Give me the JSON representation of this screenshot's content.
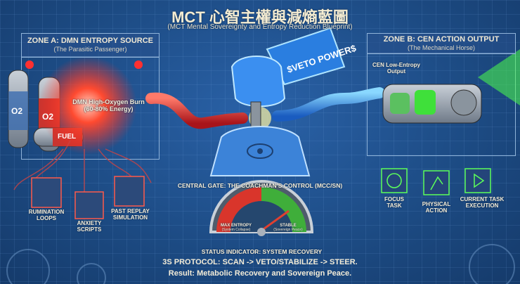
{
  "header": {
    "title": "MCT 心智主權與減熵藍圖",
    "subtitle": "(MCT Mental Sovereignty and Entropy Reduction Blueprint)"
  },
  "zone_a": {
    "title": "ZONE A: DMN ENTROPY SOURCE",
    "subtitle": "(The Parasitic Passenger)",
    "burn_label": "DMN High-Oxygen Burn",
    "burn_energy": "(60-80% Energy)",
    "tank_labels": [
      "O2",
      "O2",
      "FUEL"
    ],
    "modules": [
      {
        "line1": "RUMINATION",
        "line2": "LOOPS"
      },
      {
        "line1": "ANXIETY",
        "line2": "SCRIPTS"
      },
      {
        "line1": "PAST REPLAY",
        "line2": "SIMULATION"
      }
    ]
  },
  "center": {
    "sleeve_text": "$VETO POWER$",
    "gate_label": "CENTRAL GATE: THE COACHMAN'S CONTROL (MCC/SN)"
  },
  "zone_b": {
    "title": "ZONE B: CEN ACTION OUTPUT",
    "subtitle": "(The Mechanical Horse)",
    "output_label_1": "CEN Low-Entropy",
    "output_label_2": "Output",
    "modules": [
      {
        "line1": "FOCUS",
        "line2": "TASK"
      },
      {
        "line1": "PHYSICAL",
        "line2": "ACTION"
      },
      {
        "line1": "CURRENT TASK",
        "line2": "EXECUTION"
      }
    ]
  },
  "gauge": {
    "left_label": "MAX ENTROPY",
    "left_sub": "(System Collapse)",
    "right_label": "STABLE",
    "right_sub": "(Sovereign Peace)",
    "status": "STATUS INDICATOR: SYSTEM RECOVERY",
    "needle_position_percent": 80,
    "colors": {
      "entropy": "#d9352b",
      "stable": "#3fae3a"
    }
  },
  "protocol": {
    "line1": "3S PROTOCOL: SCAN -> VETO/STABILIZE -> STEER.",
    "line2": "Result: Metabolic Recovery and Sovereign Peace."
  },
  "colors": {
    "background": "#1c4a82",
    "red_energy": "#ff3a2a",
    "blue_energy": "#2aa8ff",
    "green_energy": "#4dff4a"
  }
}
